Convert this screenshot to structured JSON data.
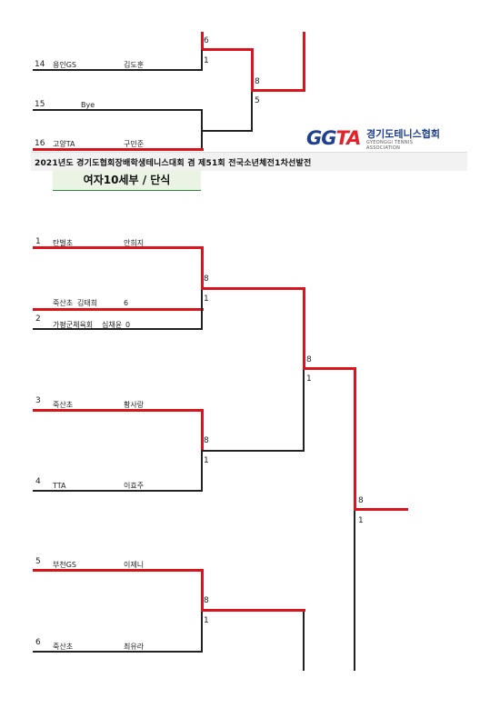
{
  "header": {
    "title": "2021년도 경기도협회장배학생테니스대회 겸 제51회 전국소년체전1차선발전",
    "subtitle": "여자10세부 / 단식"
  },
  "logo": {
    "mark_left": "GG",
    "mark_right": "TA",
    "name_kr": "경기도테니스협회",
    "name_en": "GYEONGGI TENNIS ASSOCIATION"
  },
  "top_section": {
    "entries": [
      {
        "seed": "14",
        "club": "용인GS",
        "player": "김도훈"
      },
      {
        "seed": "15",
        "club": "Bye",
        "player": ""
      },
      {
        "seed": "16",
        "club": "고양TA",
        "player": "구민준"
      }
    ],
    "scores": [
      "6",
      "1",
      "8",
      "5"
    ]
  },
  "main_section": {
    "entries": [
      {
        "seed": "1",
        "club": "탄벌초",
        "player": "안희지"
      },
      {
        "seed": "",
        "club": "죽산초",
        "player": "김태희",
        "score": "6"
      },
      {
        "seed": "2",
        "club": "가평군체육회",
        "player": "심채윤",
        "score": "0"
      },
      {
        "seed": "3",
        "club": "죽산초",
        "player": "황사랑"
      },
      {
        "seed": "4",
        "club": "TTA",
        "player": "이효주"
      },
      {
        "seed": "5",
        "club": "부천GS",
        "player": "이제니"
      },
      {
        "seed": "6",
        "club": "죽산초",
        "player": "최유라"
      }
    ],
    "scores": {
      "m1_win": "8",
      "m1_lose": "1",
      "m2_win": "8",
      "m2_lose": "1",
      "m3_win": "8",
      "m3_lose": "1",
      "sf_win": "8",
      "sf_lose": "1",
      "f_win": "8",
      "f_lose": "1"
    }
  }
}
